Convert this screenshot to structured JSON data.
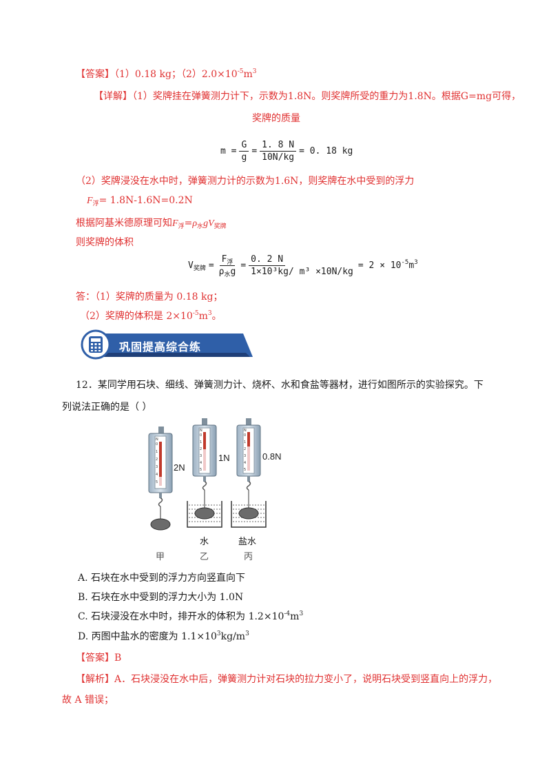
{
  "answer1": {
    "tag": "【答案】",
    "text_pre": "（1）0.18 kg；（2）2.0×10",
    "sup": "-5",
    "text_post": "m",
    "sup2": "3"
  },
  "detail": {
    "tag": "【详解】",
    "line1": "（1）奖牌挂在弹簧测力计下，示数为1.8N。则奖牌所受的重力为1.8N。根据G=mg可得，",
    "line2": "奖牌的质量",
    "eq1": {
      "lhs": "m =",
      "n1": "G",
      "d1": "g",
      "n2": "1. 8 N",
      "d2": "10N/kg",
      "rhs": "= 0. 18 kg"
    },
    "line3": "（2）奖牌浸没在水中时，弹簧测力计的示数为1.6N，则奖牌在水中受到的浮力",
    "line4_F": "F",
    "line4_sub": "浮",
    "line4_rest": "= 1.8N-1.6N=0.2N",
    "line5_pre": "根据阿基米德原理可知",
    "line5_F": "F",
    "line5_sub1": "浮",
    "line5_eq": "=",
    "line5_rho": "ρ",
    "line5_sub2": "水",
    "line5_gV": "gV",
    "line5_sub3": "奖牌",
    "line6": "则奖牌的体积",
    "eq2": {
      "lhs": "V",
      "lhs_sub": "奖牌",
      "eq": "=",
      "n1": "F",
      "n1_sub": "浮",
      "d1": "ρ",
      "d1_sub": "水",
      "d1_g": "g",
      "n2": "0. 2 N",
      "d2": "1×10³kg/ m³ ×10N/kg",
      "rhs": "= 2 × 10",
      "rhs_sup": "-5",
      "rhs_unit": "m",
      "rhs_sup2": "3"
    },
    "ans_line1": "答：（1）奖牌的质量为 0.18 kg；",
    "ans_line2_pre": "（2）奖牌的体积是  2×10",
    "ans_line2_sup": "-5",
    "ans_line2_unit": "m",
    "ans_line2_sup2": "3",
    "ans_line2_end": "。"
  },
  "banner": {
    "title": "巩固提高综合练",
    "icon": "calculator-icon",
    "color": "#2f5fa8"
  },
  "question": {
    "number": "12．",
    "line1": "某同学用石块、细线、弹簧测力计、烧杯、水和食盐等器材，进行如图所示的实验探究。下",
    "line2": "列说法正确的是（        ）",
    "figure": {
      "gauges": [
        {
          "reading": "2N",
          "caption_top": "",
          "caption": "甲",
          "level": 0.8
        },
        {
          "reading": "1N",
          "caption_top": "水",
          "caption": "乙",
          "level": 0.45
        },
        {
          "reading": "0.8N",
          "caption_top": "盐水",
          "caption": "丙",
          "level": 0.38
        }
      ],
      "scale_unit": "N",
      "scale_ticks": [
        "0",
        "1",
        "2",
        "3",
        "4",
        "5"
      ]
    },
    "options": [
      {
        "label": "A.",
        "text": "石块在水中受到的浮力方向竖直向下"
      },
      {
        "label": "B.",
        "text": "石块在水中受到的浮力大小为 1.0N"
      },
      {
        "label": "C.",
        "text": "石块浸没在水中时，排开水的体积为 1.2×10",
        "sup": "-4",
        "unit": "m",
        "sup2": "3"
      },
      {
        "label": "D.",
        "text": "丙图中盐水的密度为 1.1×10",
        "sup": "3",
        "unit": "kg/m",
        "sup2": "3"
      }
    ]
  },
  "answer2": {
    "tag": "【答案】",
    "value": "B"
  },
  "analysis": {
    "tag": "【解析】",
    "line1": "A．石块浸没在水中后，弹簧测力计对石块的拉力变小了，说明石块受到竖直向上的浮力，",
    "line2": "故 A 错误；"
  }
}
